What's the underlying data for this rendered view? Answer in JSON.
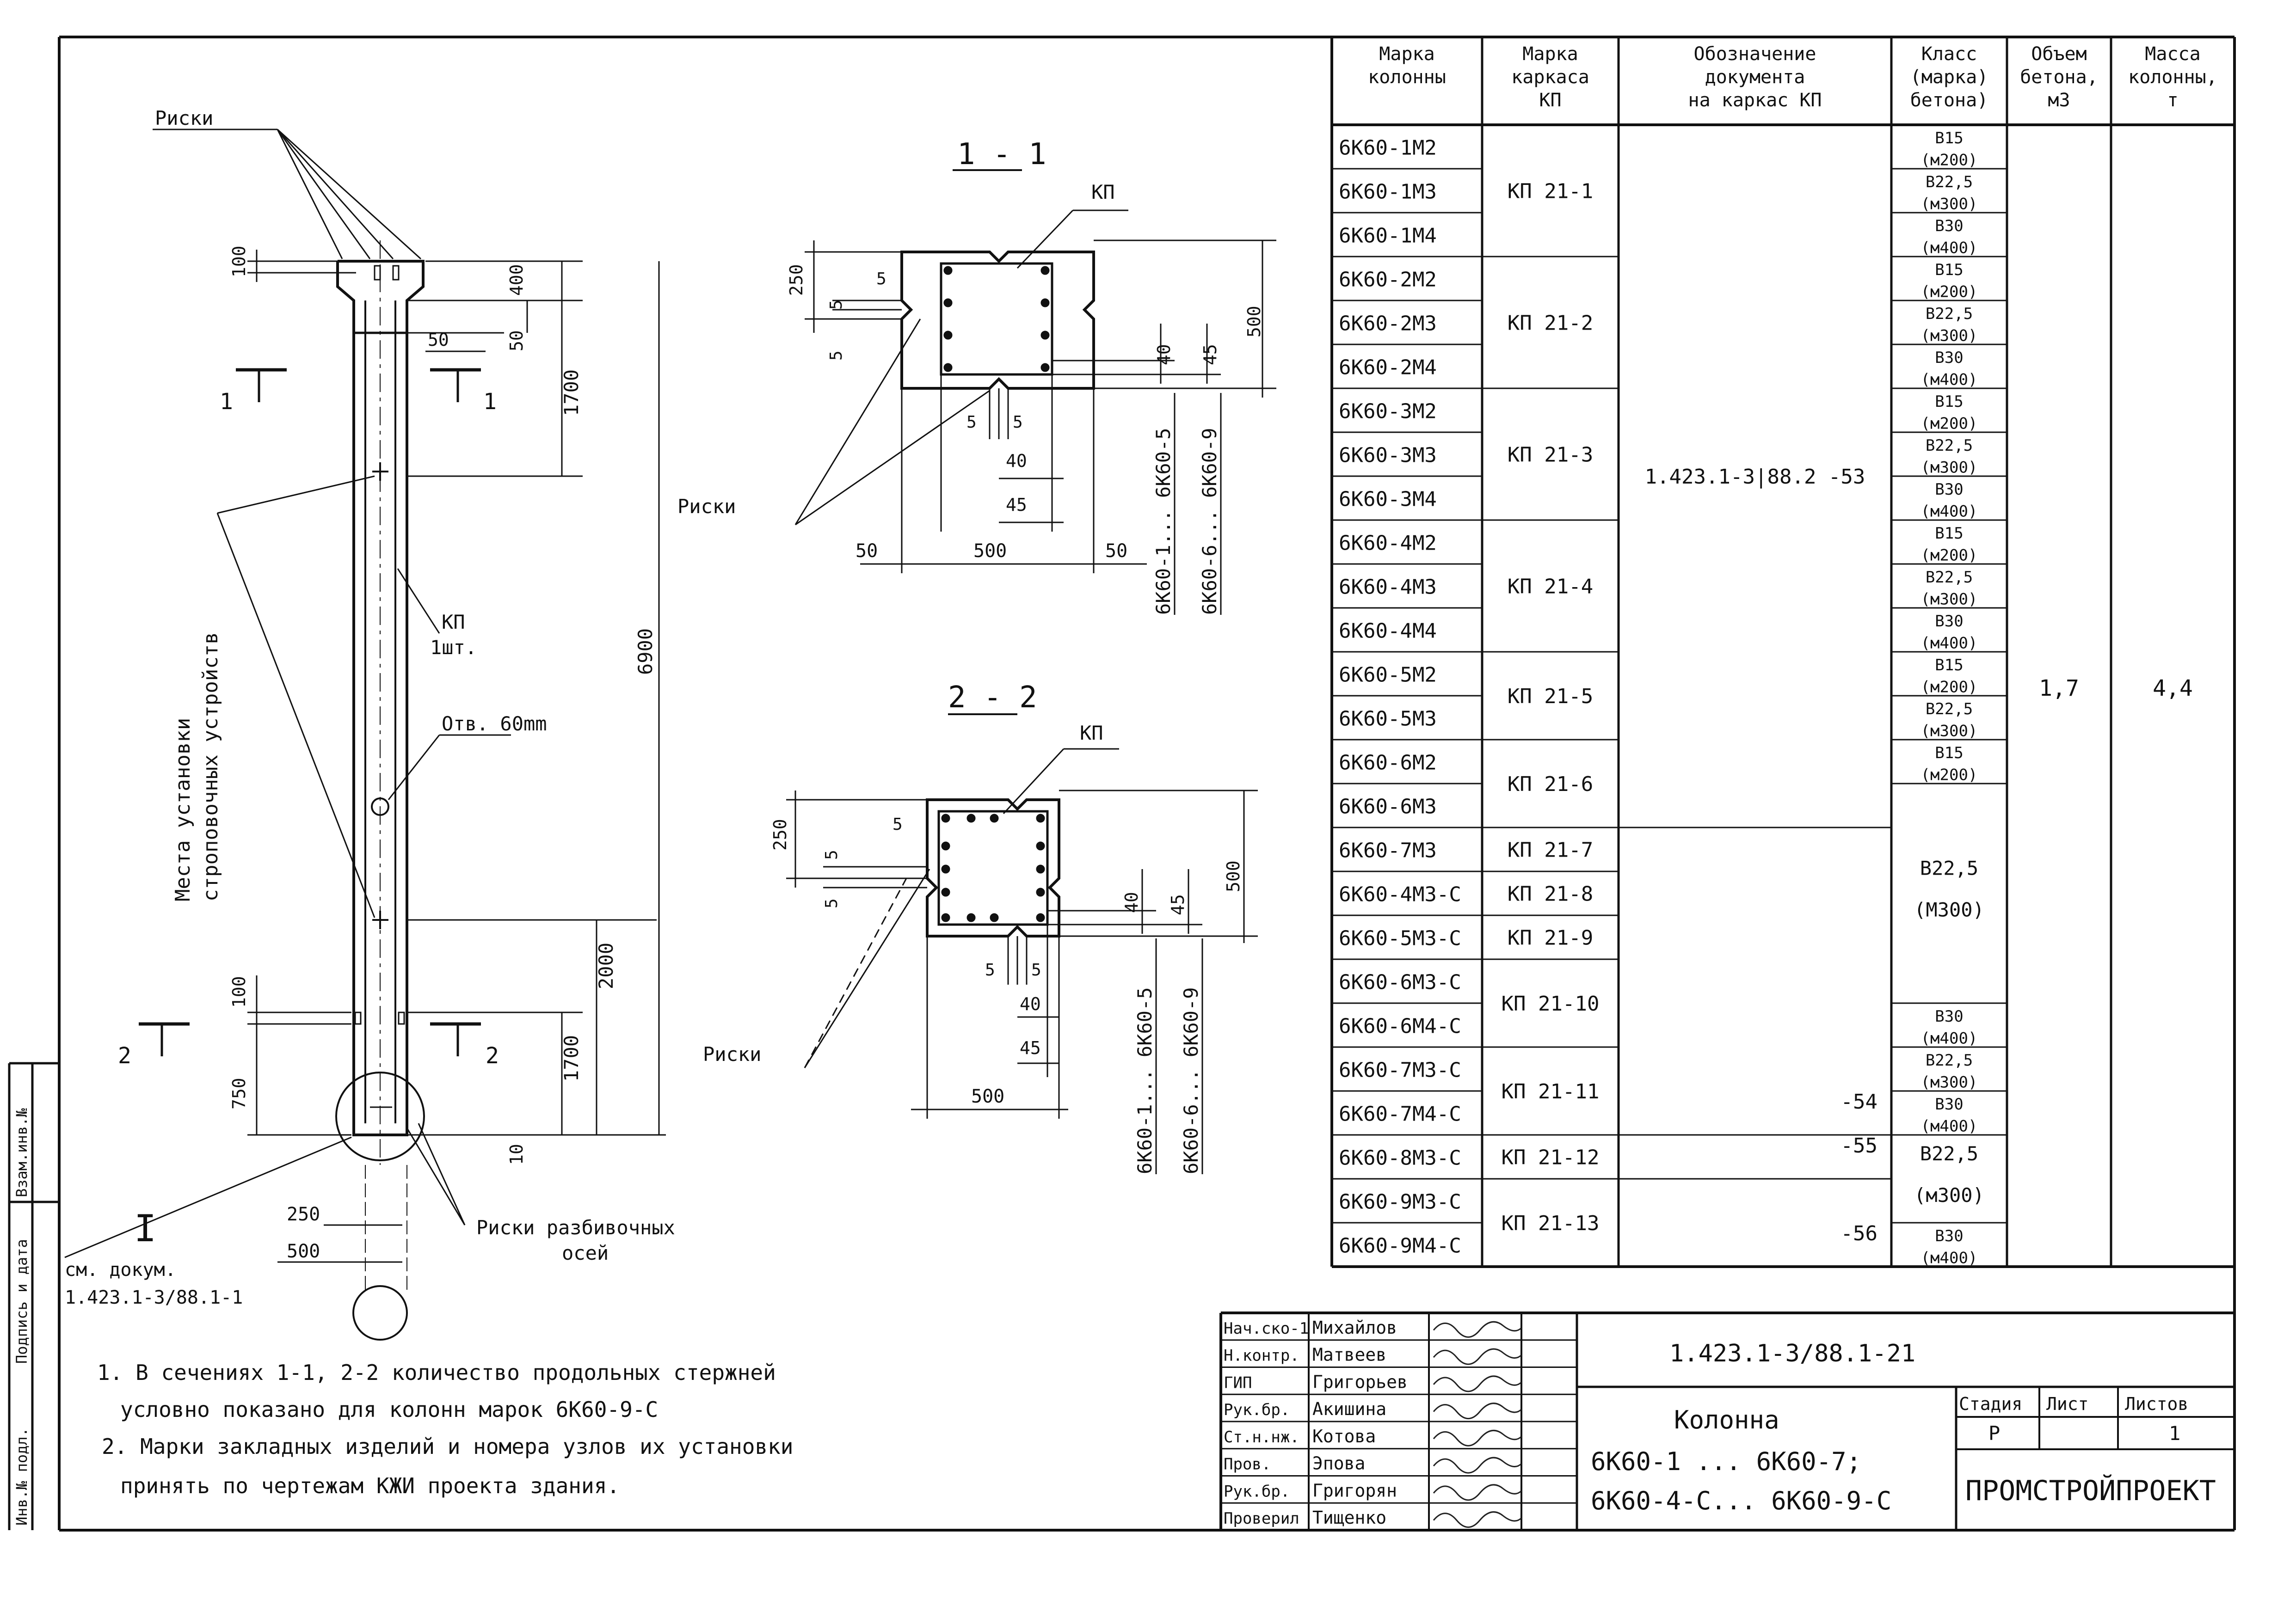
{
  "drawing": {
    "labels": {
      "riski_top": "Риски",
      "riski_mid": "Риски",
      "riski_low": "Риски",
      "riski_axes_1": "Риски разбивочных",
      "riski_axes_2": "осей",
      "kp_side": "КП",
      "kp_count": "1шт.",
      "hole": "Отв. 60mm",
      "mount_1": "Места установки",
      "mount_2": "строповочных устройств",
      "see_doc_1": "см. докум.",
      "see_doc_2": "1.423.1-3/88.1-1",
      "node_mark": "I",
      "section_1_title": "1 - 1",
      "section_2_title": "2 - 2",
      "section_1_kp": "КП",
      "section_2_kp": "КП",
      "cut_1_left": "1",
      "cut_1_right": "1",
      "cut_2_left": "2",
      "cut_2_right": "2",
      "range_a": "6К60-1... 6К60-5",
      "range_b": "6К60-6... 6К60-9"
    },
    "dims": {
      "d100_top": "100",
      "d400": "400",
      "d50_v": "50",
      "d50_h": "50",
      "d1700_top": "1700",
      "d6900": "6900",
      "d2000": "2000",
      "d1700_bot": "1700",
      "d100_bot": "100",
      "d750": "750",
      "d10": "10",
      "d250": "250",
      "d500": "500",
      "s_250": "250",
      "s_5": "5",
      "s_40": "40",
      "s_45": "45",
      "s_500": "500",
      "s_50": "50"
    }
  },
  "notes": [
    "1. В сечениях 1-1, 2-2 количество продольных стержней",
    "условно показано для колонн марок 6К60-9-С",
    "2. Марки закладных изделий и номера узлов их установки",
    "принять по чертежам КЖИ проекта здания."
  ],
  "spec_table": {
    "headers": {
      "col1": [
        "Марка",
        "колонны"
      ],
      "col2": [
        "Марка",
        "каркаса",
        "КП"
      ],
      "col3": [
        "Обозначение",
        "документа",
        "на каркас КП"
      ],
      "col4": [
        "Класс",
        "(марка)",
        "бетона)"
      ],
      "col5": [
        "Объем",
        "бетона,",
        "м3"
      ],
      "col6": [
        "Масса",
        "колонны,",
        "т"
      ]
    },
    "rows": [
      "6К60-1М2",
      "6К60-1М3",
      "6К60-1М4",
      "6К60-2М2",
      "6К60-2М3",
      "6К60-2М4",
      "6К60-3М2",
      "6К60-3М3",
      "6К60-3М4",
      "6К60-4М2",
      "6К60-4М3",
      "6К60-4М4",
      "6К60-5М2",
      "6К60-5М3",
      "6К60-6М2",
      "6К60-6М3",
      "6К60-7М3",
      "6К60-4М3-С",
      "6К60-5М3-С",
      "6К60-6М3-С",
      "6К60-6М4-С",
      "6К60-7М3-С",
      "6К60-7М4-С",
      "6К60-8М3-С",
      "6К60-9М3-С",
      "6К60-9М4-С"
    ],
    "kp": [
      {
        "label": "КП 21-1",
        "span": 3
      },
      {
        "label": "КП 21-2",
        "span": 3
      },
      {
        "label": "КП 21-3",
        "span": 3
      },
      {
        "label": "КП 21-4",
        "span": 3
      },
      {
        "label": "КП 21-5",
        "span": 2
      },
      {
        "label": "КП 21-6",
        "span": 2
      },
      {
        "label": "КП 21-7",
        "span": 1
      },
      {
        "label": "КП 21-8",
        "span": 1
      },
      {
        "label": "КП 21-9",
        "span": 1
      },
      {
        "label": "КП 21-10",
        "span": 2
      },
      {
        "label": "КП 21-11",
        "span": 2
      },
      {
        "label": "КП 21-12",
        "span": 1
      },
      {
        "label": "КП 21-13",
        "span": 2
      }
    ],
    "doc": [
      {
        "label": "1.423.1-3|88.2 -53",
        "span": 16
      },
      {
        "label": "-54",
        "span": 7
      },
      {
        "label": "-55",
        "span": 1
      },
      {
        "label": "-56",
        "span": 2
      }
    ],
    "cls": [
      {
        "a": "В15",
        "b": "(м200)",
        "span": 1
      },
      {
        "a": "В22,5",
        "b": "(м300)",
        "span": 1
      },
      {
        "a": "В30",
        "b": "(м400)",
        "span": 1
      },
      {
        "a": "В15",
        "b": "(м200)",
        "span": 1
      },
      {
        "a": "В22,5",
        "b": "(м300)",
        "span": 1
      },
      {
        "a": "В30",
        "b": "(м400)",
        "span": 1
      },
      {
        "a": "В15",
        "b": "(м200)",
        "span": 1
      },
      {
        "a": "В22,5",
        "b": "(м300)",
        "span": 1
      },
      {
        "a": "В30",
        "b": "(м400)",
        "span": 1
      },
      {
        "a": "В15",
        "b": "(м200)",
        "span": 1
      },
      {
        "a": "В22,5",
        "b": "(м300)",
        "span": 1
      },
      {
        "a": "В30",
        "b": "(м400)",
        "span": 1
      },
      {
        "a": "В15",
        "b": "(м200)",
        "span": 1
      },
      {
        "a": "В22,5",
        "b": "(м300)",
        "span": 1
      },
      {
        "a": "В15",
        "b": "(м200)",
        "span": 1
      },
      {
        "a": "В22,5",
        "b": "(М300)",
        "span": 5
      },
      {
        "a": "В30",
        "b": "(м400)",
        "span": 1
      },
      {
        "a": "В22,5",
        "b": "(м300)",
        "span": 1
      },
      {
        "a": "В30",
        "b": "(м400)",
        "span": 1
      },
      {
        "a": "В22,5",
        "b": "(м300)",
        "span": 2
      },
      {
        "a": "В30",
        "b": "(м400)",
        "span": 1
      }
    ],
    "volume": "1,7",
    "mass": "4,4"
  },
  "title_block": {
    "code": "1.423.1-3/88.1-21",
    "roles": [
      "Нач.ско-1",
      "Н.контр.",
      "ГИП",
      "Рук.бр.",
      "Ст.н.нж.",
      "Пров.",
      "Рук.бр.",
      "Проверил"
    ],
    "names": [
      "Михайлов",
      "Матвеев",
      "Григорьев",
      "Акишина",
      "Котова",
      "Эпова",
      "Григорян",
      "Тищенко"
    ],
    "title": [
      "Колонна",
      "6К60-1 ... 6К60-7;",
      "6К60-4-С... 6К60-9-С"
    ],
    "stage_h": "Стадия",
    "sheet_h": "Лист",
    "sheets_h": "Листов",
    "stage": "Р",
    "sheets": "1",
    "org": "ПРОМСТРОЙПРОЕКТ"
  },
  "side_stamp": {
    "a": "Взам.инв.№",
    "b": "Подпись и дата",
    "c": "Инв.№ подл."
  }
}
